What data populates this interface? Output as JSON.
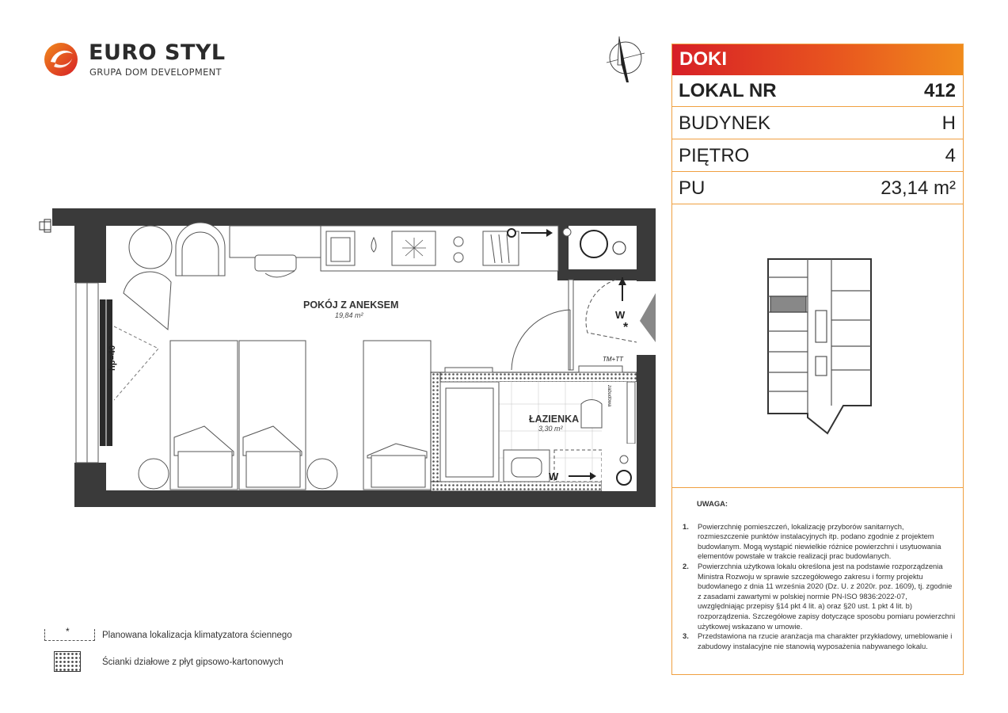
{
  "logo": {
    "brand": "EURO STYL",
    "subtitle": "GRUPA DOM DEVELOPMENT",
    "colors": {
      "red": "#d71f26",
      "orange": "#f08a1c"
    }
  },
  "panel": {
    "header": "DOKI",
    "rows": [
      {
        "label": "LOKAL NR",
        "value": "412"
      },
      {
        "label": "BUDYNEK",
        "value": "H"
      },
      {
        "label": "PIĘTRO",
        "value": "4"
      },
      {
        "label": "PU",
        "value": "23,14 m²"
      }
    ],
    "accent": "#f0a040"
  },
  "notes": {
    "title": "UWAGA:",
    "items": [
      {
        "num": "1.",
        "text": "Powierzchnię pomieszczeń, lokalizację przyborów sanitarnych, rozmieszczenie punktów instalacyjnych itp. podano zgodnie z projektem budowlanym. Mogą wystąpić niewielkie różnice powierzchni i usytuowania elementów powstałe w trakcie realizacji prac budowlanych."
      },
      {
        "num": "2.",
        "text": "Powierzchnia użytkowa lokalu określona jest na podstawie rozporządzenia Ministra Rozwoju w sprawie szczegółowego zakresu i formy projektu budowlanego z dnia 11 września 2020 (Dz. U. z 2020r. poz. 1609), tj. zgodnie z zasadami zawartymi w polskiej normie PN-ISO 9836:2022-07, uwzględniając przepisy §14 pkt 4 lit. a) oraz §20 ust. 1 pkt 4 lit. b) rozporządzenia. Szczegółowe zapisy dotyczące sposobu pomiaru powierzchni użytkowej wskazano w umowie."
      },
      {
        "num": "3.",
        "text": "Przedstawiona na rzucie aranżacja ma charakter przykładowy, umeblowanie i zabudowy instalacyjne nie stanowią wyposażenia nabywanego lokalu."
      }
    ]
  },
  "plan": {
    "room1_name": "POKÓJ Z ANEKSEM",
    "room1_area": "19,84 m²",
    "room2_name": "ŁAZIENKA",
    "room2_area": "3,30 m²",
    "window_height": "hp=40",
    "w1": "W",
    "w2": "W",
    "tm": "TM+TT",
    "ac_star": "*",
    "zabudowa": "zabudowa"
  },
  "legend": [
    {
      "icon": "ac-unit-dashed",
      "symbol": "*",
      "text": "Planowana lokalizacja klimatyzatora ściennego"
    },
    {
      "icon": "drywall-hatch",
      "text": "Ścianki działowe z płyt gipsowo-kartonowych"
    }
  ]
}
